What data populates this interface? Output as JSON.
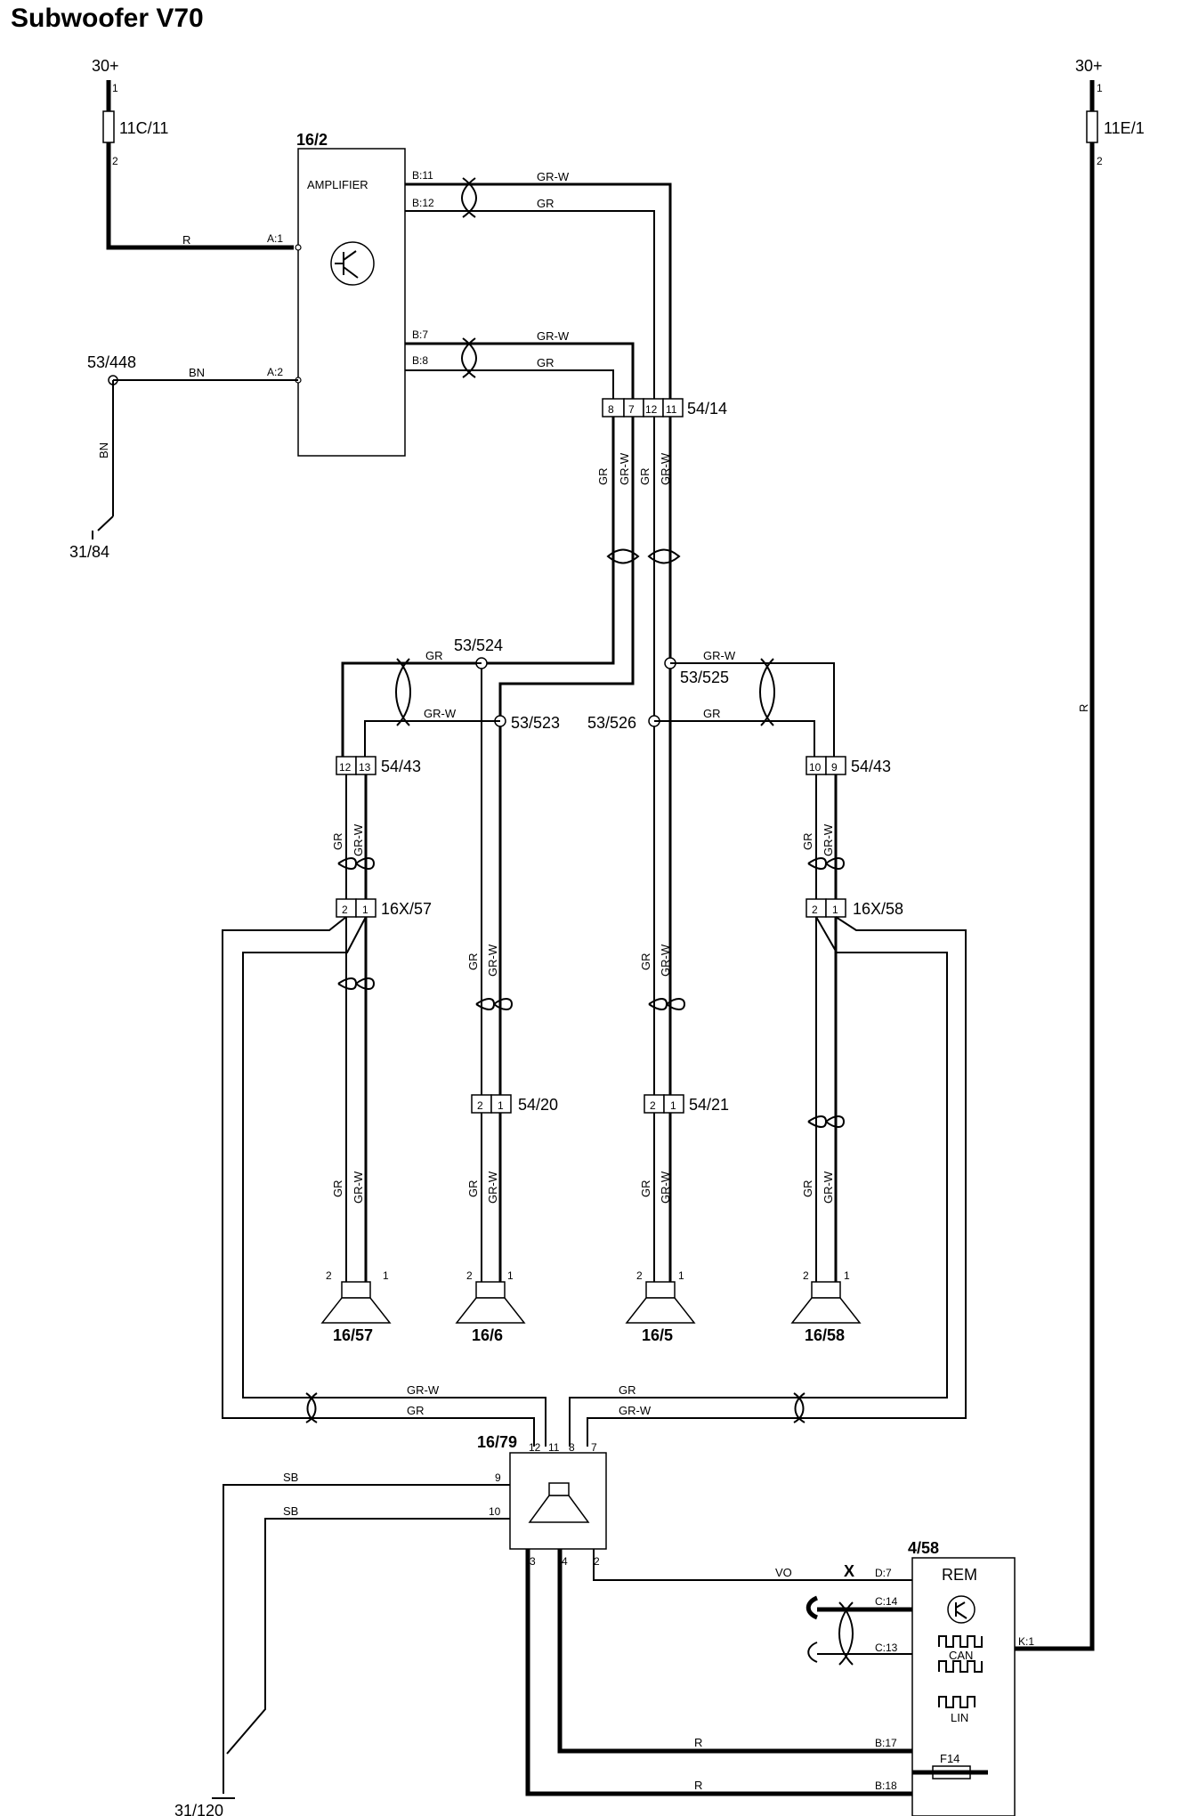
{
  "title": "Subwoofer V70",
  "supply_left": {
    "label": "30+",
    "fuse": "11C/11",
    "pin_top": "1",
    "pin_bottom": "2",
    "wire_color": "R"
  },
  "supply_right": {
    "label": "30+",
    "fuse": "11E/1",
    "pin_top": "1",
    "pin_bottom": "2",
    "wire_color": "R"
  },
  "amplifier": {
    "id": "16/2",
    "name": "AMPLIFIER",
    "pins": [
      "A:1",
      "A:2",
      "B:11",
      "B:12",
      "B:7",
      "B:8"
    ]
  },
  "ground_top": {
    "splice": "53/448",
    "ground": "31/84",
    "wire": "BN"
  },
  "connector_54_14": {
    "id": "54/14",
    "pins": [
      "8",
      "7",
      "12",
      "11"
    ]
  },
  "wire_colors": {
    "gr": "GR",
    "grw": "GR-W",
    "r": "R",
    "sb": "SB",
    "vo": "VO",
    "bn": "BN"
  },
  "splices": {
    "s524": "53/524",
    "s525": "53/525",
    "s523": "53/523",
    "s526": "53/526"
  },
  "connector_54_43_left": {
    "id": "54/43",
    "pins": [
      "12",
      "13"
    ]
  },
  "connector_54_43_right": {
    "id": "54/43",
    "pins": [
      "10",
      "9"
    ]
  },
  "connector_16x57": {
    "id": "16X/57",
    "pins": [
      "2",
      "1"
    ]
  },
  "connector_16x58": {
    "id": "16X/58",
    "pins": [
      "2",
      "1"
    ]
  },
  "connector_54_20": {
    "id": "54/20",
    "pins": [
      "2",
      "1"
    ]
  },
  "connector_54_21": {
    "id": "54/21",
    "pins": [
      "2",
      "1"
    ]
  },
  "speakers": [
    {
      "id": "16/57",
      "pin_left": "2",
      "pin_right": "1"
    },
    {
      "id": "16/6",
      "pin_left": "2",
      "pin_right": "1"
    },
    {
      "id": "16/5",
      "pin_left": "2",
      "pin_right": "1"
    },
    {
      "id": "16/58",
      "pin_left": "2",
      "pin_right": "1"
    }
  ],
  "subwoofer": {
    "id": "16/79",
    "pins": [
      "12",
      "11",
      "8",
      "7",
      "9",
      "10",
      "3",
      "4",
      "2"
    ]
  },
  "ground_bottom": "31/120",
  "rem": {
    "id": "4/58",
    "name": "REM",
    "pins": [
      "D:7",
      "C:14",
      "C:13",
      "K:1",
      "B:17",
      "B:18"
    ],
    "can": "CAN",
    "lin": "LIN",
    "fuse": "F14",
    "x_mark": "X"
  }
}
